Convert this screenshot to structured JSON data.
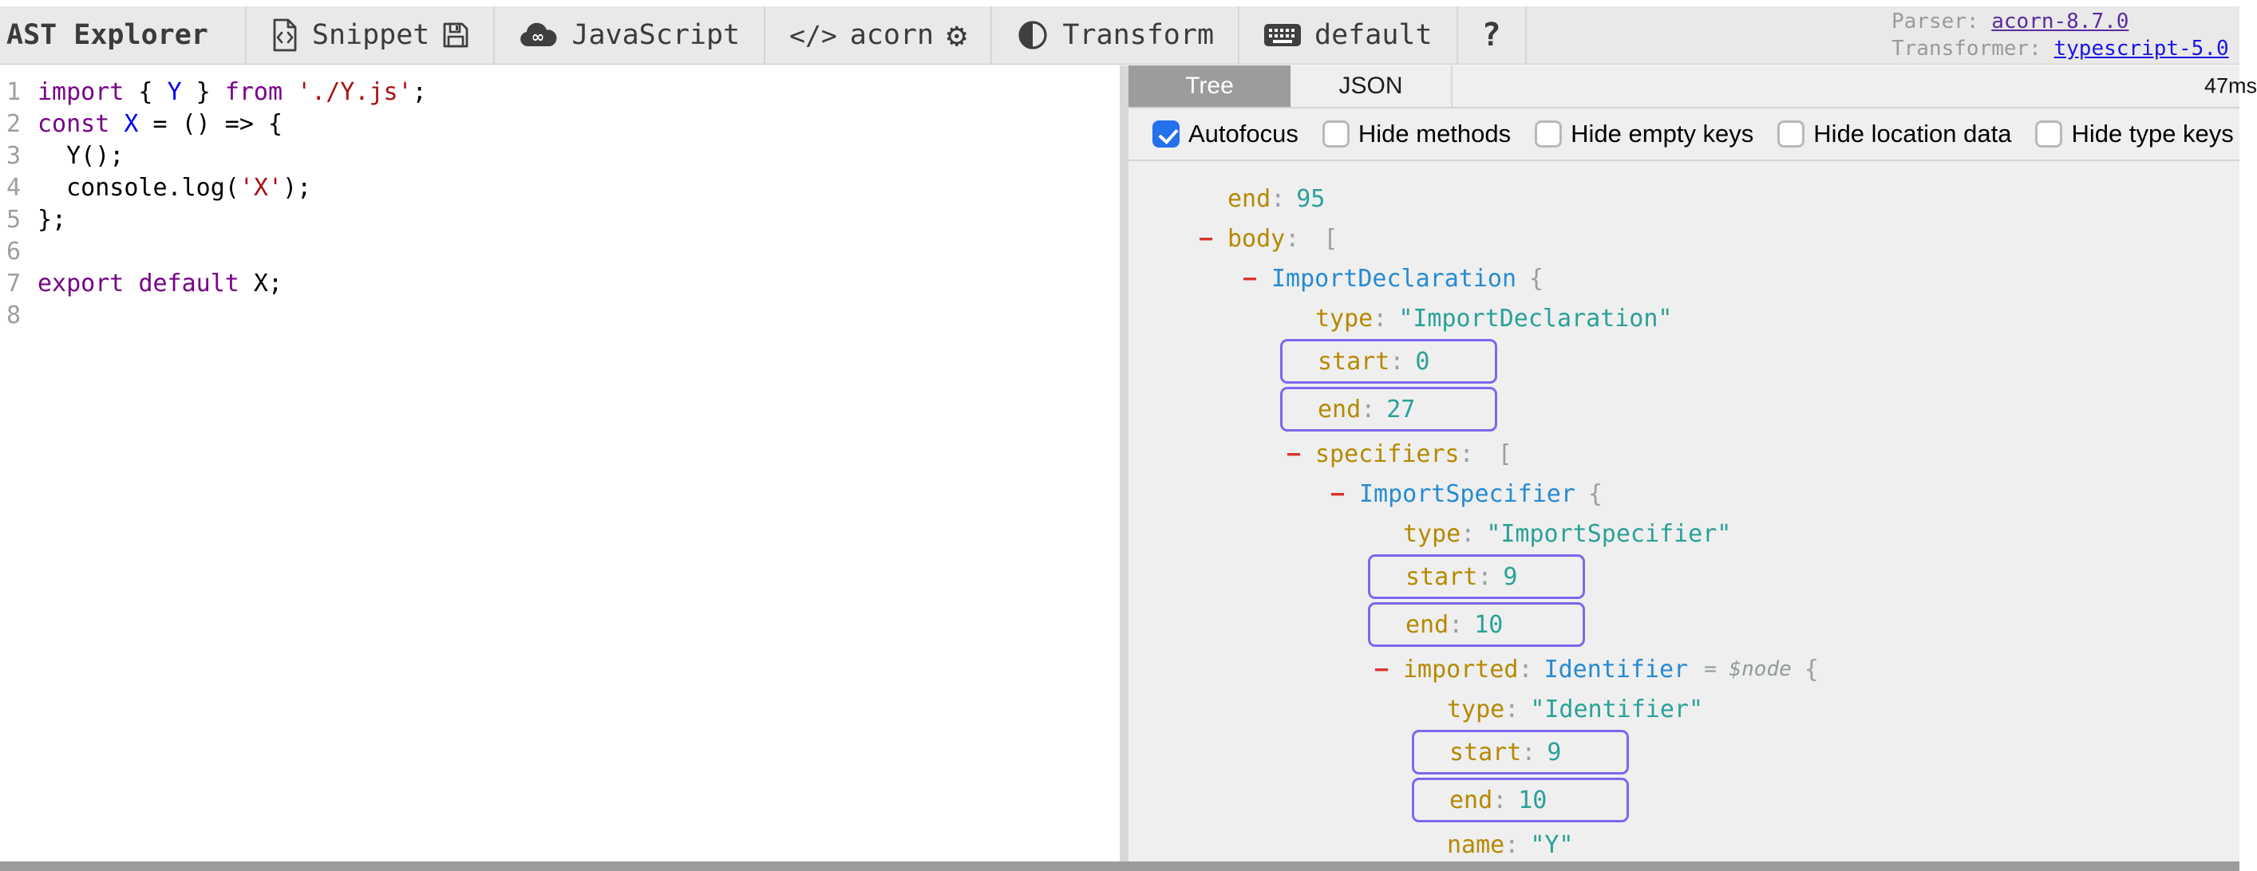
{
  "toolbar": {
    "title": "AST Explorer",
    "buttons": {
      "snippet": "Snippet",
      "language": "JavaScript",
      "parser": "acorn",
      "transform": "Transform",
      "transformer_default": "default",
      "help": "?"
    },
    "info": {
      "parser_label": "Parser:",
      "parser_link": "acorn-8.7.0",
      "transformer_label": "Transformer:",
      "transformer_link": "typescript-5.0"
    }
  },
  "editor": {
    "lines": [
      {
        "num": "1",
        "tokens": [
          [
            "kw",
            "import"
          ],
          [
            "pl",
            " { "
          ],
          [
            "def",
            "Y"
          ],
          [
            "pl",
            " } "
          ],
          [
            "kw",
            "from"
          ],
          [
            "pl",
            " "
          ],
          [
            "str",
            "'./Y.js'"
          ],
          [
            "pl",
            ";"
          ]
        ]
      },
      {
        "num": "2",
        "tokens": [
          [
            "kw",
            "const"
          ],
          [
            "pl",
            " "
          ],
          [
            "def",
            "X"
          ],
          [
            "pl",
            " = () => {"
          ]
        ]
      },
      {
        "num": "3",
        "tokens": [
          [
            "pl",
            "  Y();"
          ]
        ]
      },
      {
        "num": "4",
        "tokens": [
          [
            "pl",
            "  console.log("
          ],
          [
            "str",
            "'X'"
          ],
          [
            "pl",
            ");"
          ]
        ]
      },
      {
        "num": "5",
        "tokens": [
          [
            "pl",
            "};"
          ]
        ]
      },
      {
        "num": "6",
        "tokens": []
      },
      {
        "num": "7",
        "tokens": [
          [
            "kw",
            "export"
          ],
          [
            "pl",
            " "
          ],
          [
            "kw",
            "default"
          ],
          [
            "pl",
            " X;"
          ]
        ]
      },
      {
        "num": "8",
        "tokens": []
      }
    ]
  },
  "right_panel": {
    "tabs": [
      {
        "label": "Tree",
        "active": true
      },
      {
        "label": "JSON",
        "active": false
      }
    ],
    "parse_time": "47ms",
    "options": [
      {
        "label": "Autofocus",
        "checked": true
      },
      {
        "label": "Hide methods",
        "checked": false
      },
      {
        "label": "Hide empty keys",
        "checked": false
      },
      {
        "label": "Hide location data",
        "checked": false
      },
      {
        "label": "Hide type keys",
        "checked": false
      }
    ],
    "tree": {
      "rows": [
        {
          "indent": 1,
          "key": "end",
          "value": "95"
        },
        {
          "indent": 1,
          "collapser": true,
          "key": "body",
          "bracket": "["
        },
        {
          "indent": 2,
          "collapser": true,
          "node": "ImportDeclaration",
          "bracket": "{"
        },
        {
          "indent": 3,
          "key": "type",
          "value": "\"ImportDeclaration\""
        },
        {
          "indent": 3,
          "key": "start",
          "value": "0",
          "highlighted": true
        },
        {
          "indent": 3,
          "key": "end",
          "value": "27",
          "highlighted": true
        },
        {
          "indent": 3,
          "collapser": true,
          "key": "specifiers",
          "bracket": "["
        },
        {
          "indent": 4,
          "collapser": true,
          "node": "ImportSpecifier",
          "bracket": "{"
        },
        {
          "indent": 5,
          "key": "type",
          "value": "\"ImportSpecifier\""
        },
        {
          "indent": 5,
          "key": "start",
          "value": "9",
          "highlighted": true
        },
        {
          "indent": 5,
          "key": "end",
          "value": "10",
          "highlighted": true
        },
        {
          "indent": 5,
          "collapser": true,
          "key": "imported",
          "node": "Identifier",
          "annotation": "= $node",
          "bracket": "{"
        },
        {
          "indent": 6,
          "key": "type",
          "value": "\"Identifier\""
        },
        {
          "indent": 6,
          "key": "start",
          "value": "9",
          "highlighted": true
        },
        {
          "indent": 6,
          "key": "end",
          "value": "10",
          "highlighted": true
        },
        {
          "indent": 6,
          "key": "name",
          "value": "\"Y\""
        }
      ]
    }
  },
  "colors": {
    "toolbar_bg": "#e9e9e9",
    "pane_bg": "#efefef",
    "active_tab_bg": "#9c9c9c",
    "checkbox_accent": "#2570eb",
    "highlight_border": "#7b68ee",
    "tree_key": "#b58900",
    "tree_value": "#2aa198",
    "tree_node_type": "#268bd2",
    "tree_collapser": "#dc322f",
    "code_keyword": "#770088",
    "code_definition": "#0000ee",
    "code_string": "#aa1111",
    "parser_link_color": "#5a2ca0",
    "transformer_link_color": "#1a16e3"
  }
}
